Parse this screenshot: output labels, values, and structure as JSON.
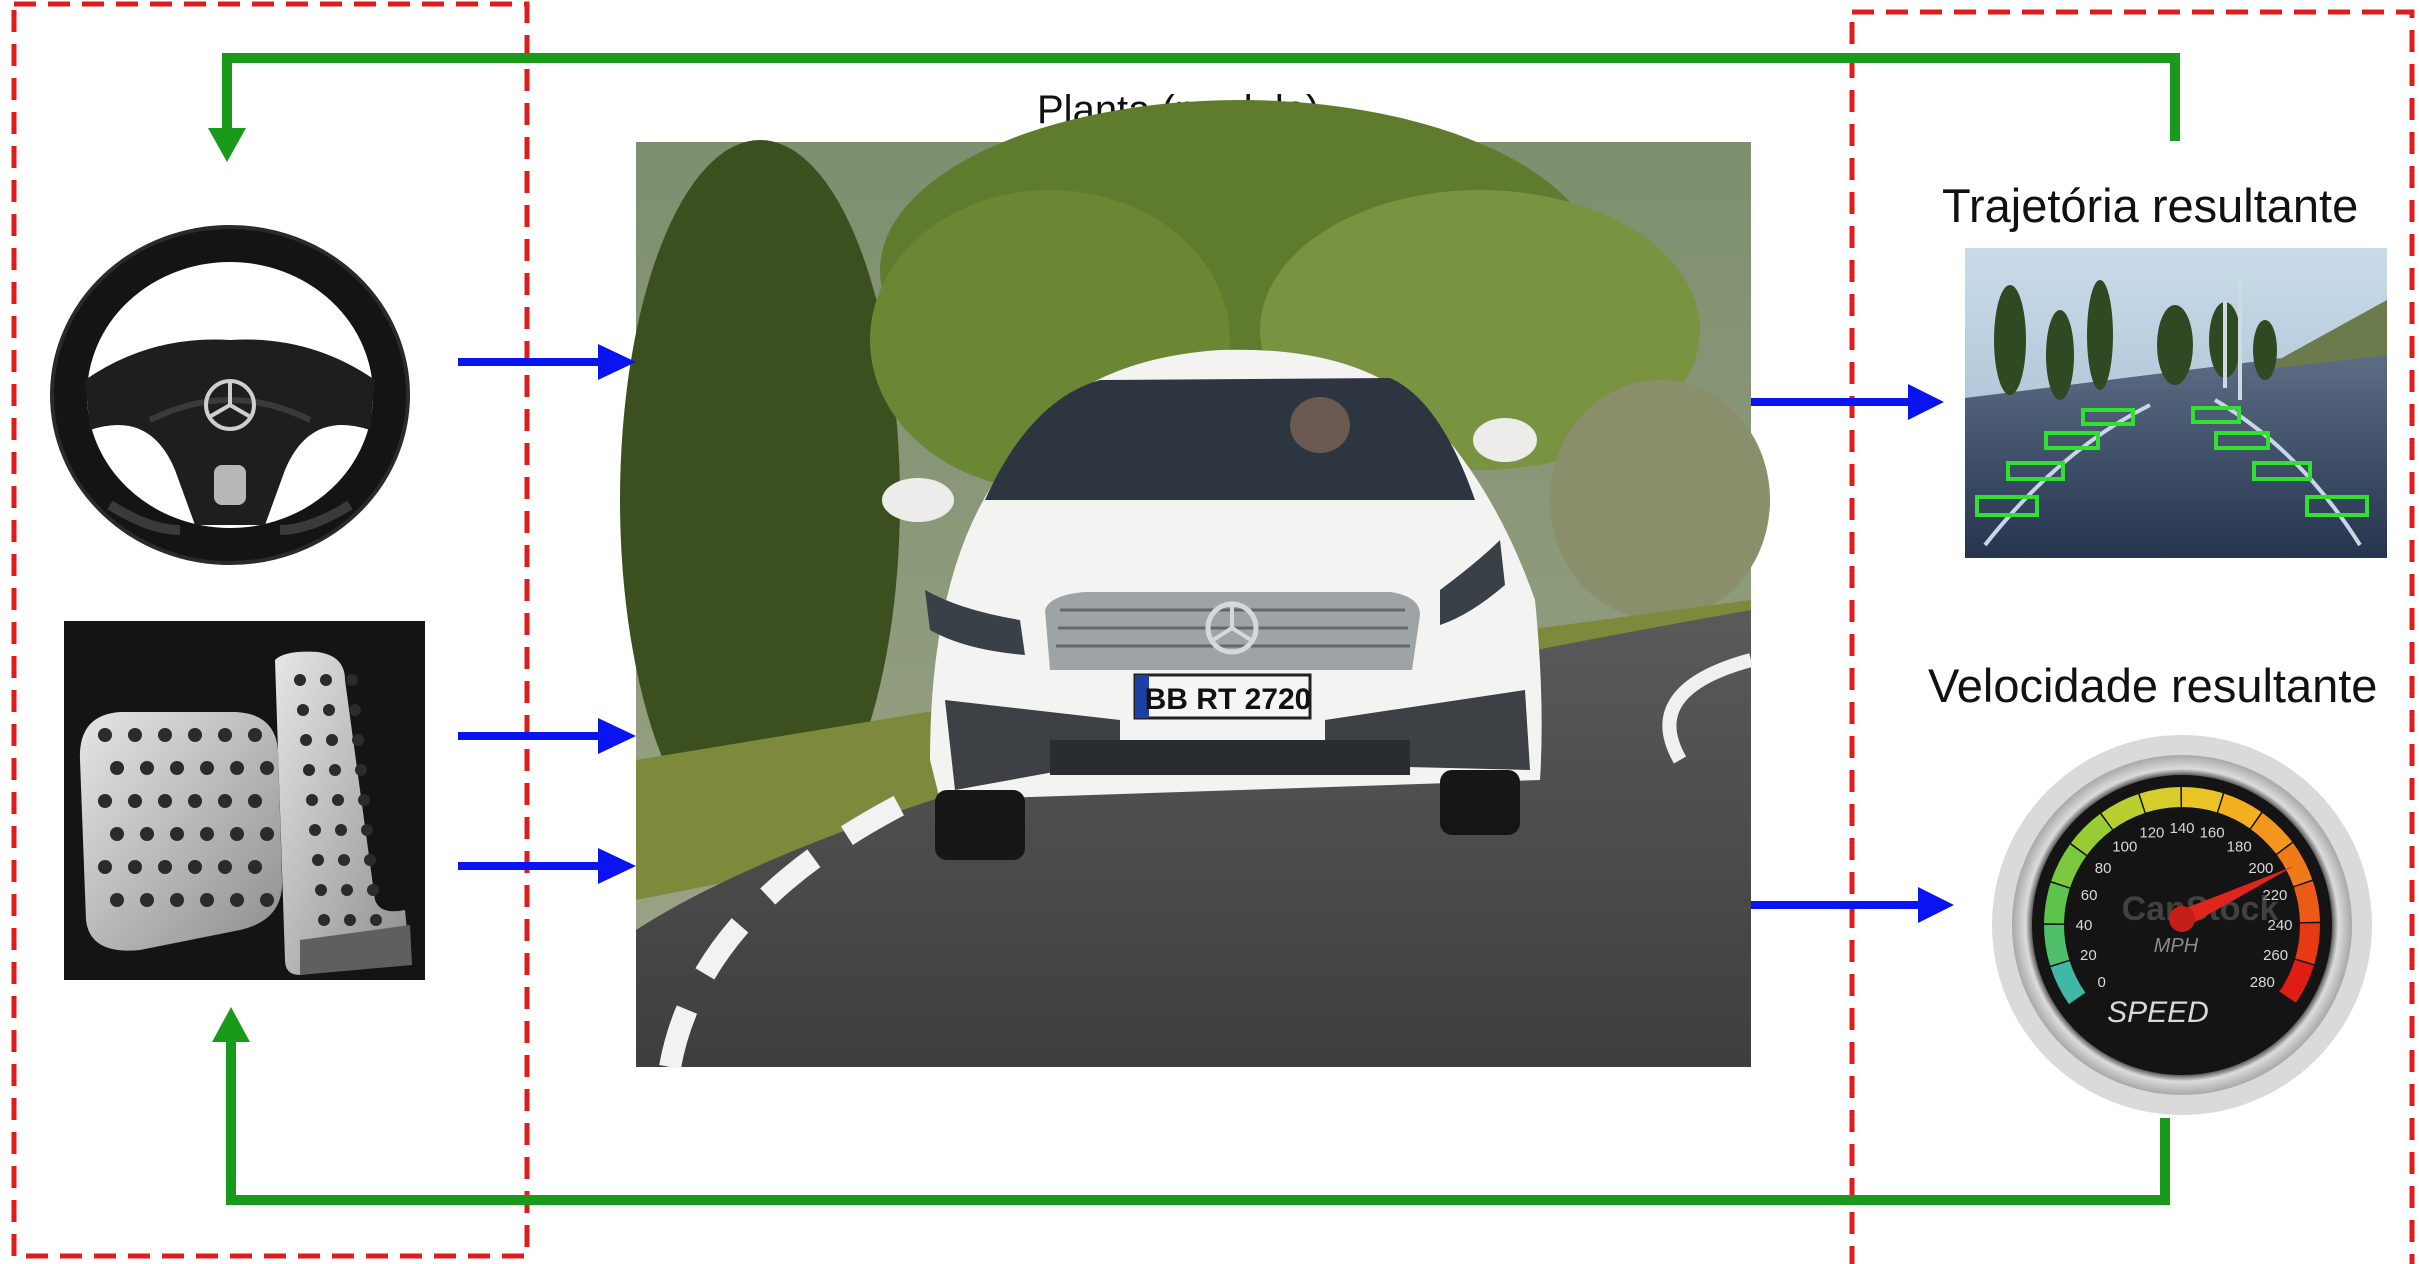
{
  "diagram": {
    "plant_label": "Planta (modelo)",
    "trajectory_label": "Trajetória resultante",
    "speed_label": "Velocidade resultante"
  },
  "colors": {
    "frame_dashed": "#e01b1b",
    "feedback": "#1a9a1a",
    "signal": "#0a14f0"
  },
  "photos": {
    "car": {
      "plate": "BB RT 2720"
    },
    "speedometer": {
      "ticks": [
        "0",
        "20",
        "40",
        "60",
        "80",
        "100",
        "120",
        "140",
        "160",
        "180",
        "200",
        "220",
        "240",
        "260",
        "280"
      ],
      "unit": "MPH",
      "caption": "SPEED",
      "watermark": "CanStock"
    }
  },
  "icons": [
    "steering-wheel-icon",
    "pedals-icon",
    "car-photo",
    "lane-detection-photo",
    "speedometer-icon"
  ]
}
